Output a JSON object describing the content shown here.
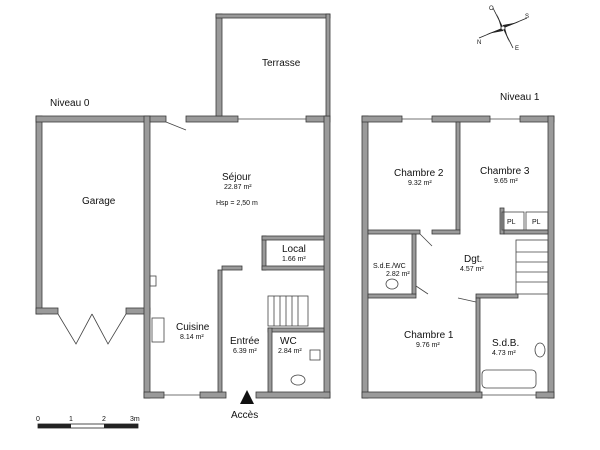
{
  "levels": {
    "ground": "Niveau 0",
    "first": "Niveau 1"
  },
  "rooms": {
    "terrasse": "Terrasse",
    "garage": "Garage",
    "sejour": {
      "name": "Séjour",
      "area": "22.87 m²",
      "height": "Hsp =  2,50 m"
    },
    "local": {
      "name": "Local",
      "area": "1.66  m²"
    },
    "cuisine": {
      "name": "Cuisine",
      "area": "8.14 m²"
    },
    "entree": {
      "name": "Entrée",
      "area": "6.39 m²"
    },
    "wc": {
      "name": "WC",
      "area": "2.84 m²"
    },
    "chambre2": {
      "name": "Chambre 2",
      "area": "9.32 m²"
    },
    "chambre3": {
      "name": "Chambre 3",
      "area": "9.65 m²"
    },
    "sde": {
      "name": "S.d.E./WC",
      "area": "2.82 m²"
    },
    "dgt": {
      "name": "Dgt.",
      "area": "4.57 m²"
    },
    "chambre1": {
      "name": "Chambre 1",
      "area": "9.76 m²"
    },
    "sdb": {
      "name": "S.d.B.",
      "area": "4.73 m²"
    }
  },
  "closets": [
    "PL",
    "PL"
  ],
  "access": "Accès",
  "scale": {
    "ticks": [
      "0",
      "1",
      "2",
      "3m"
    ]
  },
  "compass": {
    "n": "N",
    "s": "S",
    "e": "E",
    "o": "O"
  },
  "colors": {
    "wall": "#9a9a9a",
    "outline": "#3a3a3a"
  }
}
